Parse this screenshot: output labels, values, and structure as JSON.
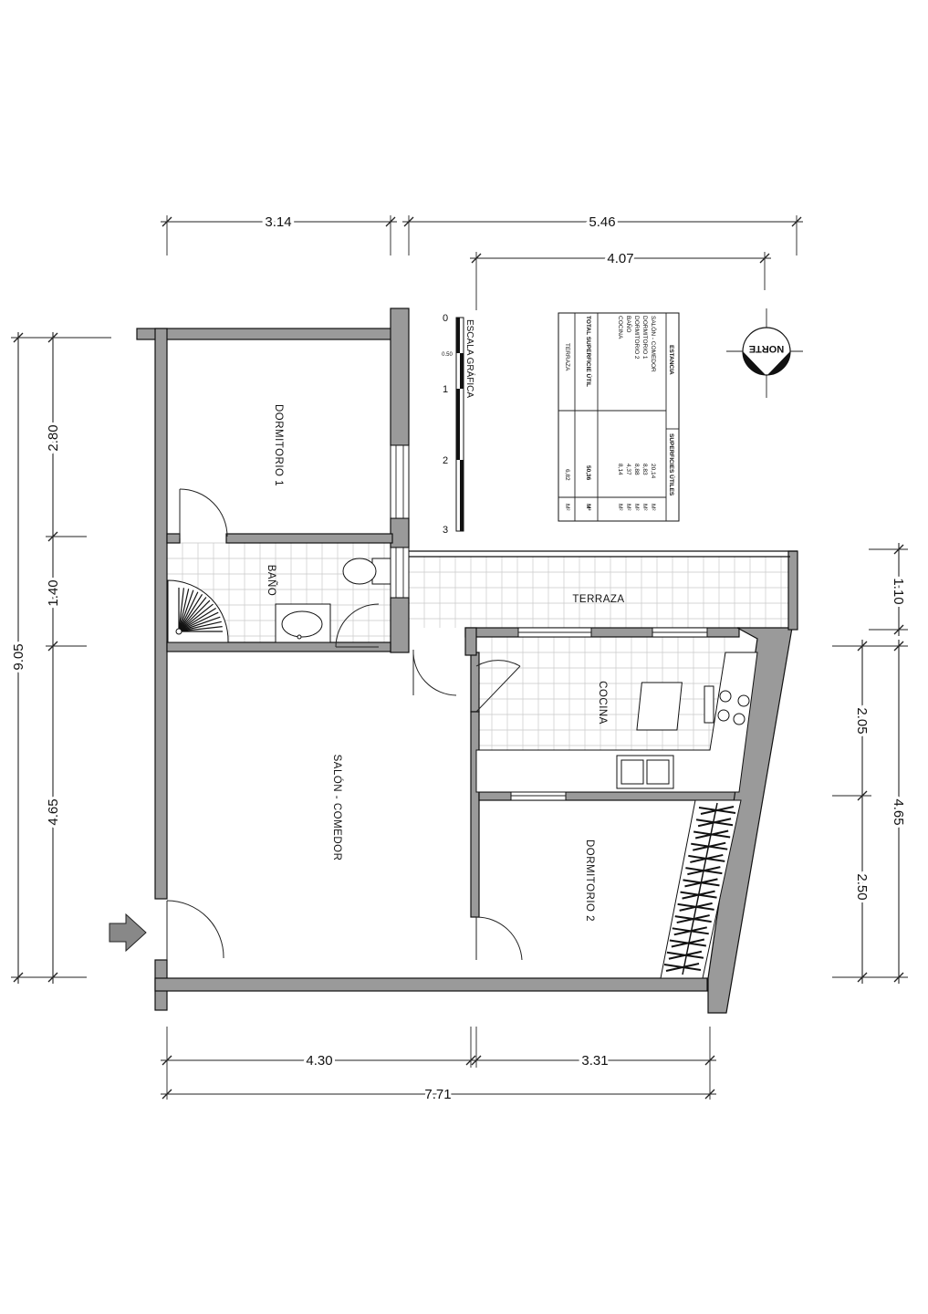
{
  "dimensions": {
    "top": [
      "3.14",
      "5.46",
      "4.07"
    ],
    "left": [
      "2.80",
      "1.40",
      "9.05",
      "4.65"
    ],
    "right": [
      "1.10",
      "2.05",
      "4.65",
      "2.50"
    ],
    "bottom": [
      "4.30",
      "3.31",
      "7.71"
    ]
  },
  "rooms": {
    "dormitorio1": "DORMITORIO 1",
    "bano": "BAÑO",
    "terraza": "TERRAZA",
    "cocina": "COCINA",
    "salon": "SALÓN - COMEDOR",
    "dormitorio2": "DORMITORIO 2"
  },
  "scale": {
    "title": "ESCALA GRÁFICA",
    "ticks": [
      "0",
      "0.50",
      "1",
      "2",
      "3"
    ]
  },
  "compass": {
    "label": "NORTE"
  },
  "table": {
    "headers": [
      "ESTANCIA",
      "SUPERFICIES ÚTILES"
    ],
    "rows": [
      {
        "name": "SALÓN - COMEDOR",
        "value": "20,14",
        "unit": "M²"
      },
      {
        "name": "DORMITORIO 1",
        "value": "8,83",
        "unit": "M²"
      },
      {
        "name": "DORMITORIO 2",
        "value": "8,88",
        "unit": "M²"
      },
      {
        "name": "BAÑO",
        "value": "4,37",
        "unit": "M²"
      },
      {
        "name": "COCINA",
        "value": "8,14",
        "unit": "M²"
      }
    ],
    "total": {
      "name": "TOTAL SUPERFICIE ÚTIL",
      "value": "50,36",
      "unit": "M²"
    },
    "extra": {
      "name": "TERRAZA",
      "value": "6,82",
      "unit": "M²"
    }
  }
}
